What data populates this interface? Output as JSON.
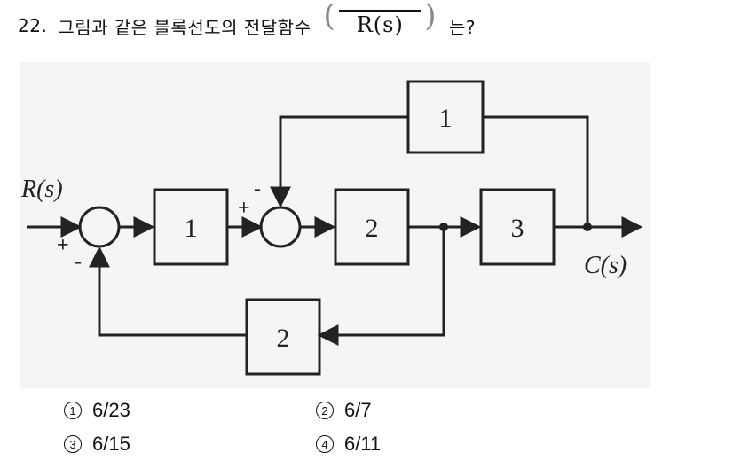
{
  "question": {
    "number": "22.",
    "text": "그림과 같은 블록선도의 전달함수",
    "denominator": "R(s)",
    "suffix": "는?"
  },
  "diagram": {
    "input_label": "R(s)",
    "output_label": "C(s)",
    "blocks": {
      "forward1": "1",
      "forward2": "2",
      "forward3": "3",
      "feedback_top": "1",
      "feedback_bottom": "2"
    },
    "signs": {
      "sum1_input": "+",
      "sum1_feedback": "-",
      "sum2_input": "+",
      "sum2_feedback": "-"
    }
  },
  "choices": [
    {
      "mark": "1",
      "value": "6/23"
    },
    {
      "mark": "2",
      "value": "6/7"
    },
    {
      "mark": "3",
      "value": "6/15"
    },
    {
      "mark": "4",
      "value": "6/11"
    }
  ]
}
